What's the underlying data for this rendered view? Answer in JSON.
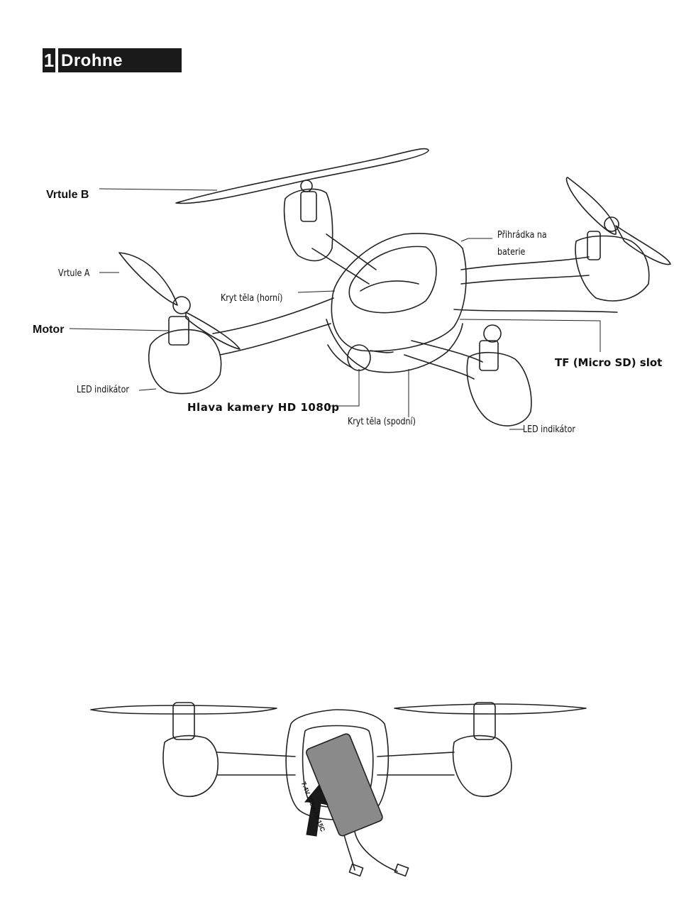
{
  "header": {
    "number": "1",
    "title": "Drohne"
  },
  "labels": {
    "vrtule_b": "Vrtule B",
    "vrtule_a": "Vrtule A",
    "motor": "Motor",
    "led_left": "LED indikátor",
    "kryt_horni": "Kryt těla (horní)",
    "prihradka_line1": "Přihrádka na",
    "prihradka_line2": "baterie",
    "tf_slot": "TF (Micro SD) slot",
    "hlava_kamery": "Hlava kamery HD 1080p",
    "kryt_spodni": "Kryt těla (spodní)",
    "led_right": "LED indikátor"
  },
  "battery": {
    "label": "7.4V 750mAh 15C"
  }
}
